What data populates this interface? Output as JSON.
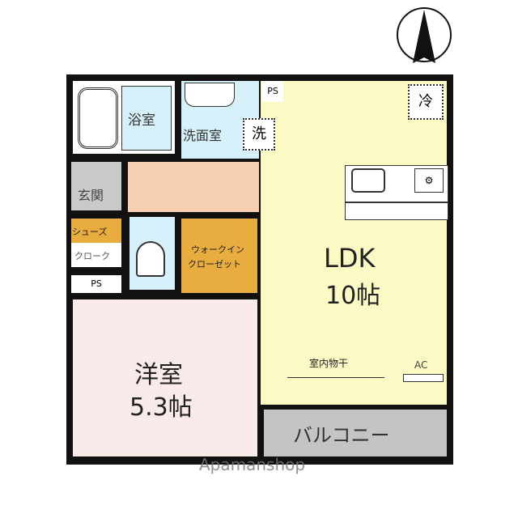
{
  "rooms": {
    "bath": "浴室",
    "washroom": "洗面室",
    "washer": "洗",
    "fridge": "冷",
    "ps_top": "PS",
    "entrance": "玄関",
    "shoes": "シューズ",
    "cloak": "クローク",
    "ps_left": "PS",
    "wic_line1": "ウォークイン",
    "wic_line2": "クローゼット",
    "ldk_name": "LDK",
    "ldk_size": "10帖",
    "drying": "室内物干",
    "ac": "AC",
    "western_name": "洋室",
    "western_size": "5.3帖",
    "balcony": "バルコニー"
  },
  "watermark": "Apamanshop",
  "colors": {
    "bath": "#d6f1fa",
    "hall": "#f7cfb3",
    "entrance": "#c9c9c9",
    "wic": "#e9ad3f",
    "ldk": "#fbfac4",
    "western": "#fbeaea",
    "balcony": "#c4c4c4"
  }
}
